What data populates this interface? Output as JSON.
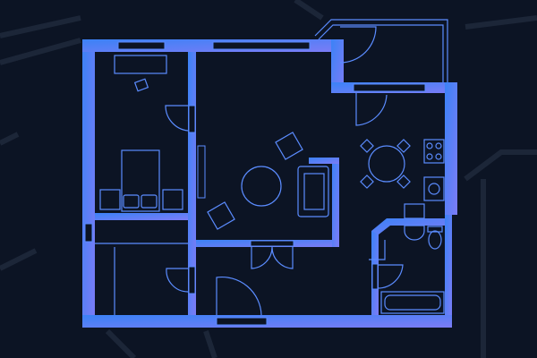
{
  "colors": {
    "background": "#0c1424",
    "background_lines": "#1c2638",
    "wall_start": "#3b82f6",
    "wall_end": "#7c7cf6",
    "fixture_stroke": "#5b8cff"
  },
  "rooms": [
    "bedroom",
    "living-room",
    "kitchen",
    "balcony",
    "hallway",
    "bathroom",
    "storage"
  ]
}
